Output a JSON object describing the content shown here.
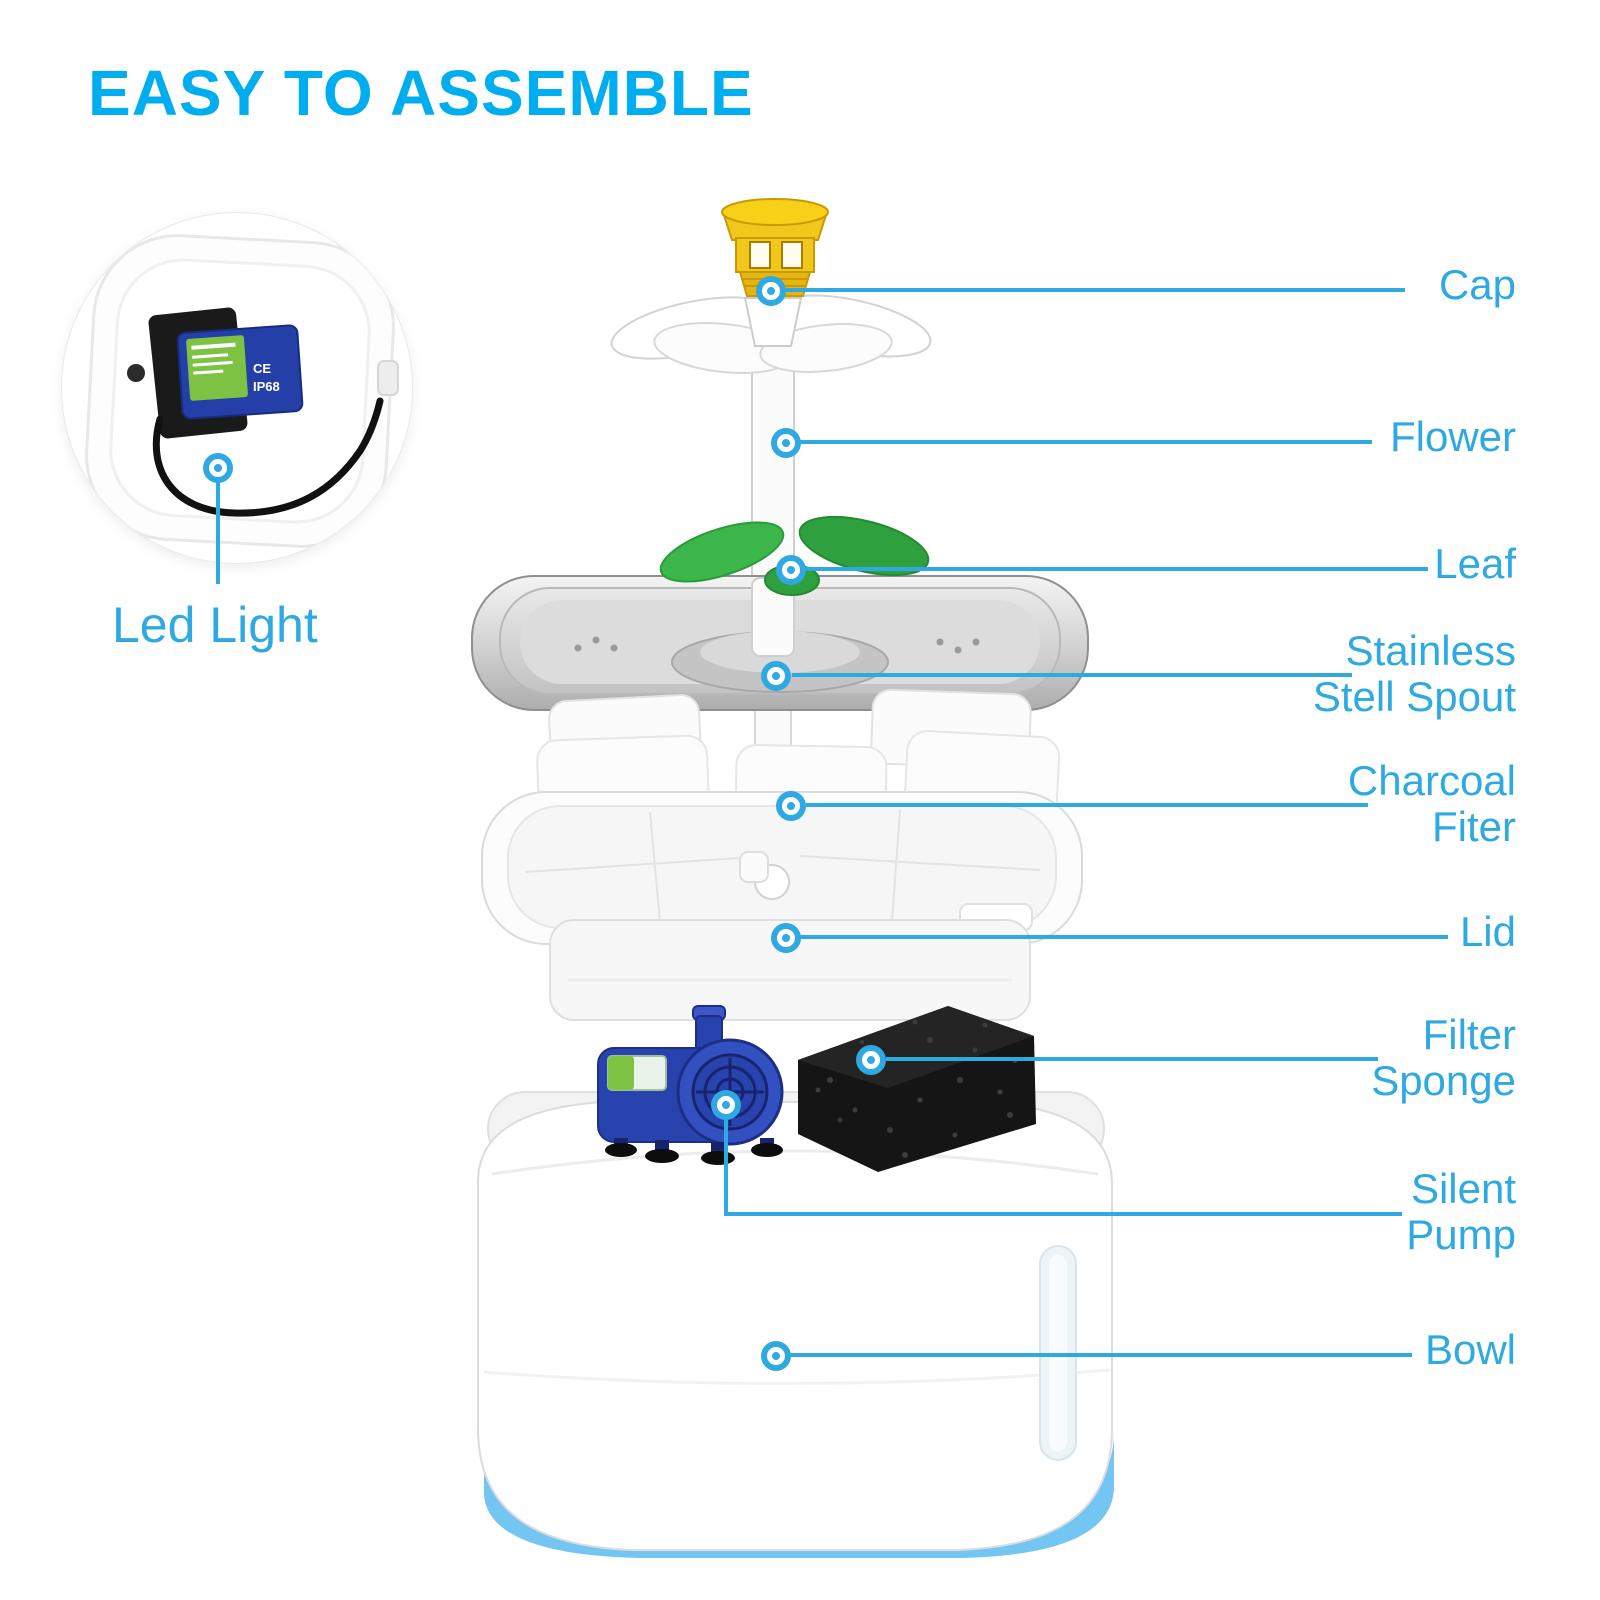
{
  "title": "EASY TO ASSEMBLE",
  "colors": {
    "title_blue": "#00AEEF",
    "callout_blue": "#2FA9E1",
    "cap_yellow": "#F2C71B",
    "leaf_green": "#3CB54A",
    "pump_blue": "#2843AE",
    "pump_sticker_green": "#7DC242",
    "bowl_trim_blue": "#74C6F2",
    "sponge_black": "#151515",
    "tray_silver": "#C9C9C9"
  },
  "inset": {
    "label": "Led Light",
    "pump_marking_ce": "CE",
    "pump_marking_ip": "IP68"
  },
  "callouts": [
    {
      "id": "cap",
      "lines": [
        "Cap"
      ]
    },
    {
      "id": "flower",
      "lines": [
        "Flower"
      ]
    },
    {
      "id": "leaf",
      "lines": [
        "Leaf"
      ]
    },
    {
      "id": "stainless-spout",
      "lines": [
        "Stainless",
        "Stell Spout"
      ]
    },
    {
      "id": "charcoal-filter",
      "lines": [
        "Charcoal",
        "Fiter"
      ]
    },
    {
      "id": "lid",
      "lines": [
        "Lid"
      ]
    },
    {
      "id": "filter-sponge",
      "lines": [
        "Filter",
        "Sponge"
      ]
    },
    {
      "id": "silent-pump",
      "lines": [
        "Silent",
        "Pump"
      ]
    },
    {
      "id": "bowl",
      "lines": [
        "Bowl"
      ]
    }
  ]
}
